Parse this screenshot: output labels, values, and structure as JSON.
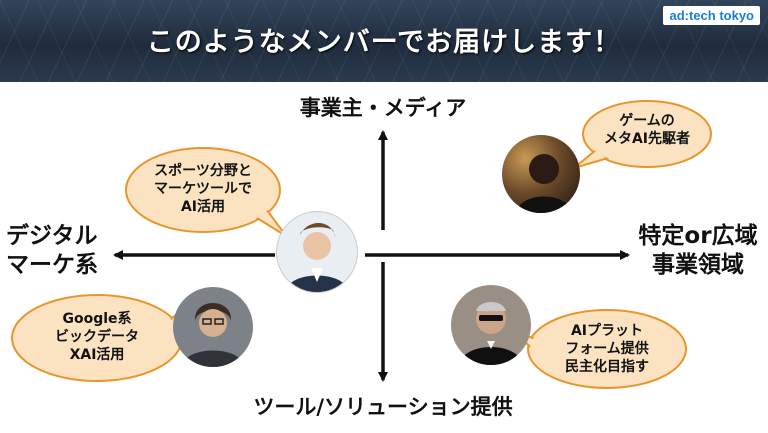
{
  "header": {
    "title": "このようなメンバーでお届けします！",
    "logo": "ad:tech tokyo"
  },
  "axes": {
    "top": "事業主・メディア",
    "bottom": "ツール/ソリューション提供",
    "left": [
      "デジタル",
      "マーケ系"
    ],
    "right": [
      "特定or広域",
      "事業領域"
    ]
  },
  "members": [
    {
      "lines": [
        "ゲームの",
        "メタAI先駆者"
      ]
    },
    {
      "lines": [
        "スポーツ分野と",
        "マーケツールで",
        "AI活用"
      ]
    },
    {
      "lines": [
        "Google系",
        "ビックデータ",
        "XAI活用"
      ]
    },
    {
      "lines": [
        "AIプラット",
        "フォーム提供",
        "民主化目指す"
      ]
    }
  ],
  "colors": {
    "bubble_fill": "#fbe3c2",
    "bubble_stroke": "#e8962b",
    "banner": "#26344a"
  }
}
